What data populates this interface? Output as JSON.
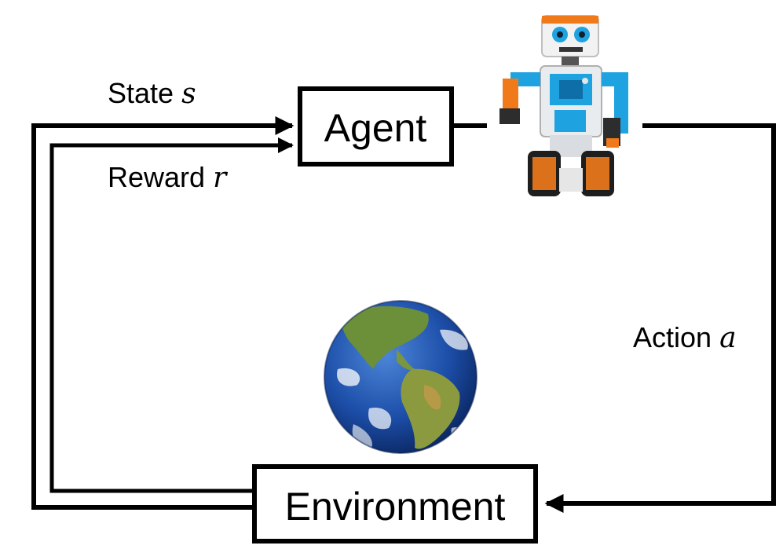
{
  "nodes": {
    "agent": {
      "label": "Agent"
    },
    "environment": {
      "label": "Environment"
    }
  },
  "edges": {
    "state": {
      "text": "State ",
      "symbol": "s"
    },
    "reward": {
      "text": "Reward ",
      "symbol": "r"
    },
    "action": {
      "text": "Action ",
      "symbol": "a"
    }
  },
  "images": {
    "robot": "robot-image",
    "earth": "earth-globe-image"
  },
  "colors": {
    "line": "#000000",
    "background": "#ffffff",
    "ocean": "#1f4fa8",
    "land": "#6c8f3a",
    "robot_blue": "#1fa3e0",
    "robot_orange": "#f07a1a"
  }
}
